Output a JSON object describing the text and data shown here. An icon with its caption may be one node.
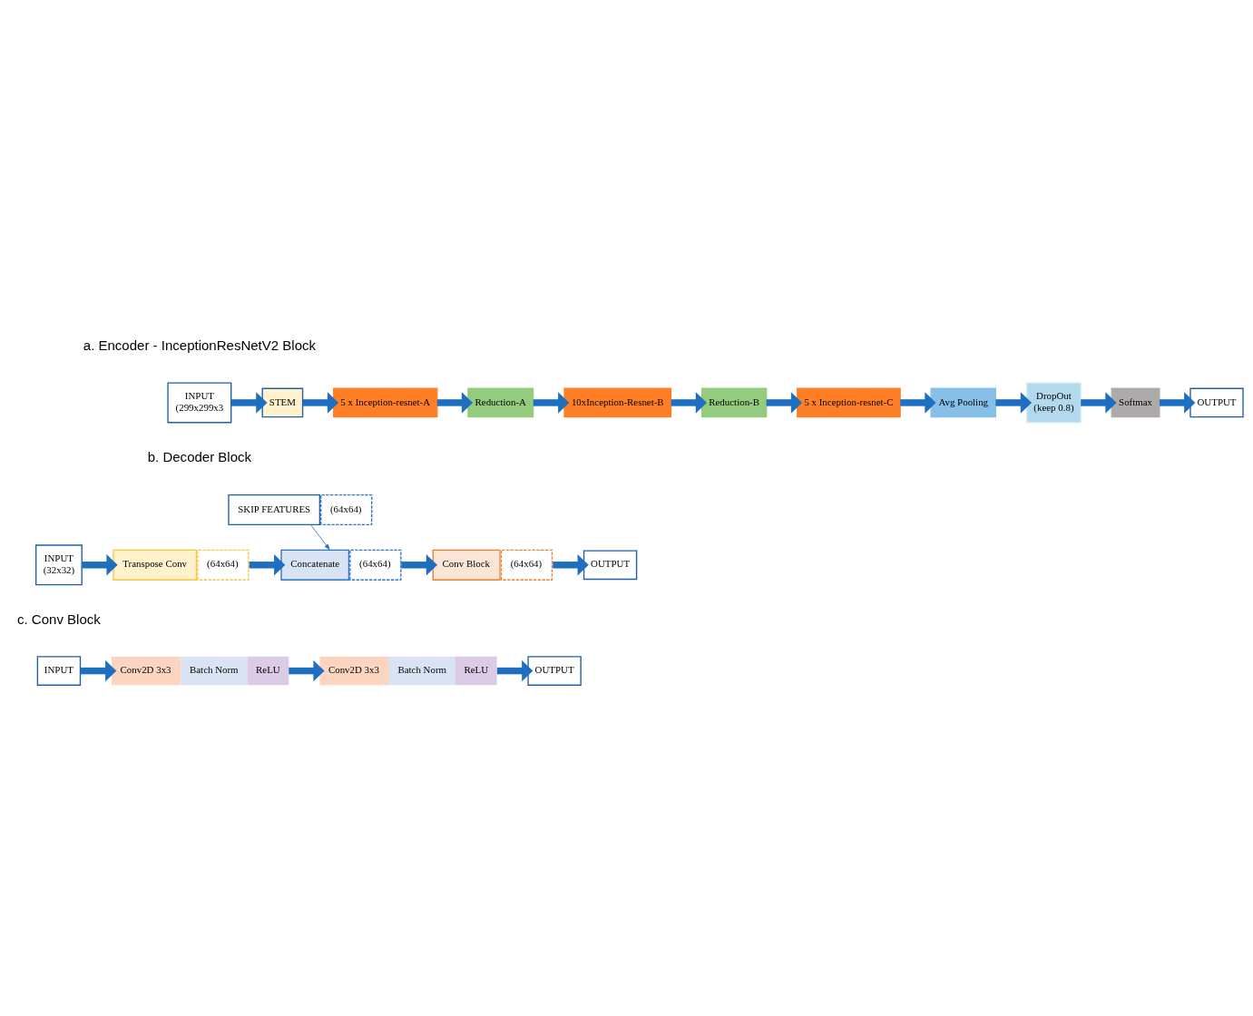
{
  "diagram": {
    "nodes": [
      {
        "text": [
          "INPUT",
          "(299x299x3"
        ]
      },
      {
        "text": [
          "STEM"
        ]
      },
      {
        "text": [
          "5 x Inception-resnet-A"
        ]
      },
      {
        "text": [
          "Reduction-A"
        ]
      },
      {
        "text": [
          "10xInception-Resnet-B"
        ]
      },
      {
        "text": [
          "Reduction-B"
        ]
      },
      {
        "text": [
          "5 x Inception-resnet-C"
        ]
      },
      {
        "text": [
          "Avg Pooling"
        ]
      },
      {
        "text": [
          "DropOut",
          "(keep 0.8)"
        ]
      },
      {
        "text": [
          "Softmax"
        ]
      },
      {
        "text": [
          "OUTPUT"
        ]
      },
      {
        "text": [
          "SKIP FEATURES",
          "(64x64)"
        ]
      },
      {
        "text": [
          "INPUT",
          "(32x32)"
        ]
      },
      {
        "text": [
          "Transpose Conv",
          "(64x64)"
        ]
      },
      {
        "text": [
          "Concatenate",
          "(64x64)"
        ]
      },
      {
        "text": [
          "Conv Block",
          "(64x64)"
        ]
      },
      {
        "text": [
          "OUTPUT"
        ]
      },
      {
        "text": [
          "INPUT"
        ]
      },
      {
        "text": [
          "Conv2D 3x3",
          "Batch Norm",
          "ReLU"
        ]
      },
      {
        "text": [
          "Conv2D 3x3",
          "Batch Norm",
          "ReLU"
        ]
      },
      {
        "text": [
          "OUTPUT"
        ]
      }
    ],
    "edges": [
      {
        "from": 0,
        "to": 1,
        "arrow": "to"
      },
      {
        "from": 1,
        "to": 2,
        "arrow": "to"
      },
      {
        "from": 2,
        "to": 3,
        "arrow": "to"
      },
      {
        "from": 3,
        "to": 4,
        "arrow": "to"
      },
      {
        "from": 4,
        "to": 5,
        "arrow": "to"
      },
      {
        "from": 5,
        "to": 6,
        "arrow": "to"
      },
      {
        "from": 6,
        "to": 7,
        "arrow": "to"
      },
      {
        "from": 7,
        "to": 8,
        "arrow": "to"
      },
      {
        "from": 8,
        "to": 9,
        "arrow": "to"
      },
      {
        "from": 9,
        "to": 10,
        "arrow": "to"
      },
      {
        "from": 11,
        "to": 14,
        "arrow": "to"
      },
      {
        "from": 12,
        "to": 13,
        "arrow": "to"
      },
      {
        "from": 13,
        "to": 14,
        "arrow": "to"
      },
      {
        "from": 14,
        "to": 15,
        "arrow": "to"
      },
      {
        "from": 15,
        "to": 16,
        "arrow": "to"
      },
      {
        "from": 17,
        "to": 18,
        "arrow": "to"
      },
      {
        "from": 18,
        "to": 19,
        "arrow": "to"
      },
      {
        "from": 19,
        "to": 20,
        "arrow": "to"
      }
    ],
    "labels": [
      "a. Encoder - InceptionResNetV2 Block",
      "b. Decoder Block",
      "c. Conv Block"
    ]
  }
}
